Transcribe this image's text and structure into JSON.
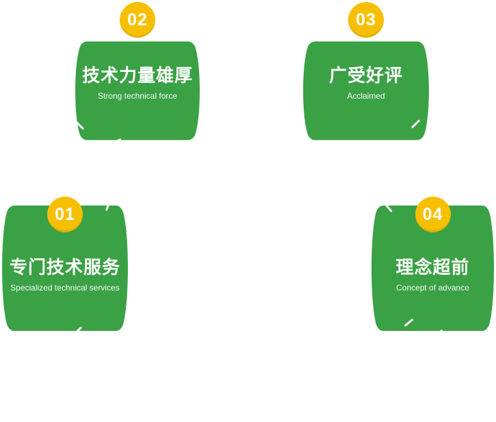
{
  "colors": {
    "green": "#3aa145",
    "yellow": "#f6c000",
    "text-white": "#ffffff"
  },
  "cards": [
    {
      "number": "01",
      "title": "专门技术服务",
      "subtitle": "Specialized technical services"
    },
    {
      "number": "02",
      "title": "技术力量雄厚",
      "subtitle": "Strong technical force"
    },
    {
      "number": "03",
      "title": "广受好评",
      "subtitle": "Acclaimed"
    },
    {
      "number": "04",
      "title": "理念超前",
      "subtitle": "Concept of advance"
    }
  ]
}
